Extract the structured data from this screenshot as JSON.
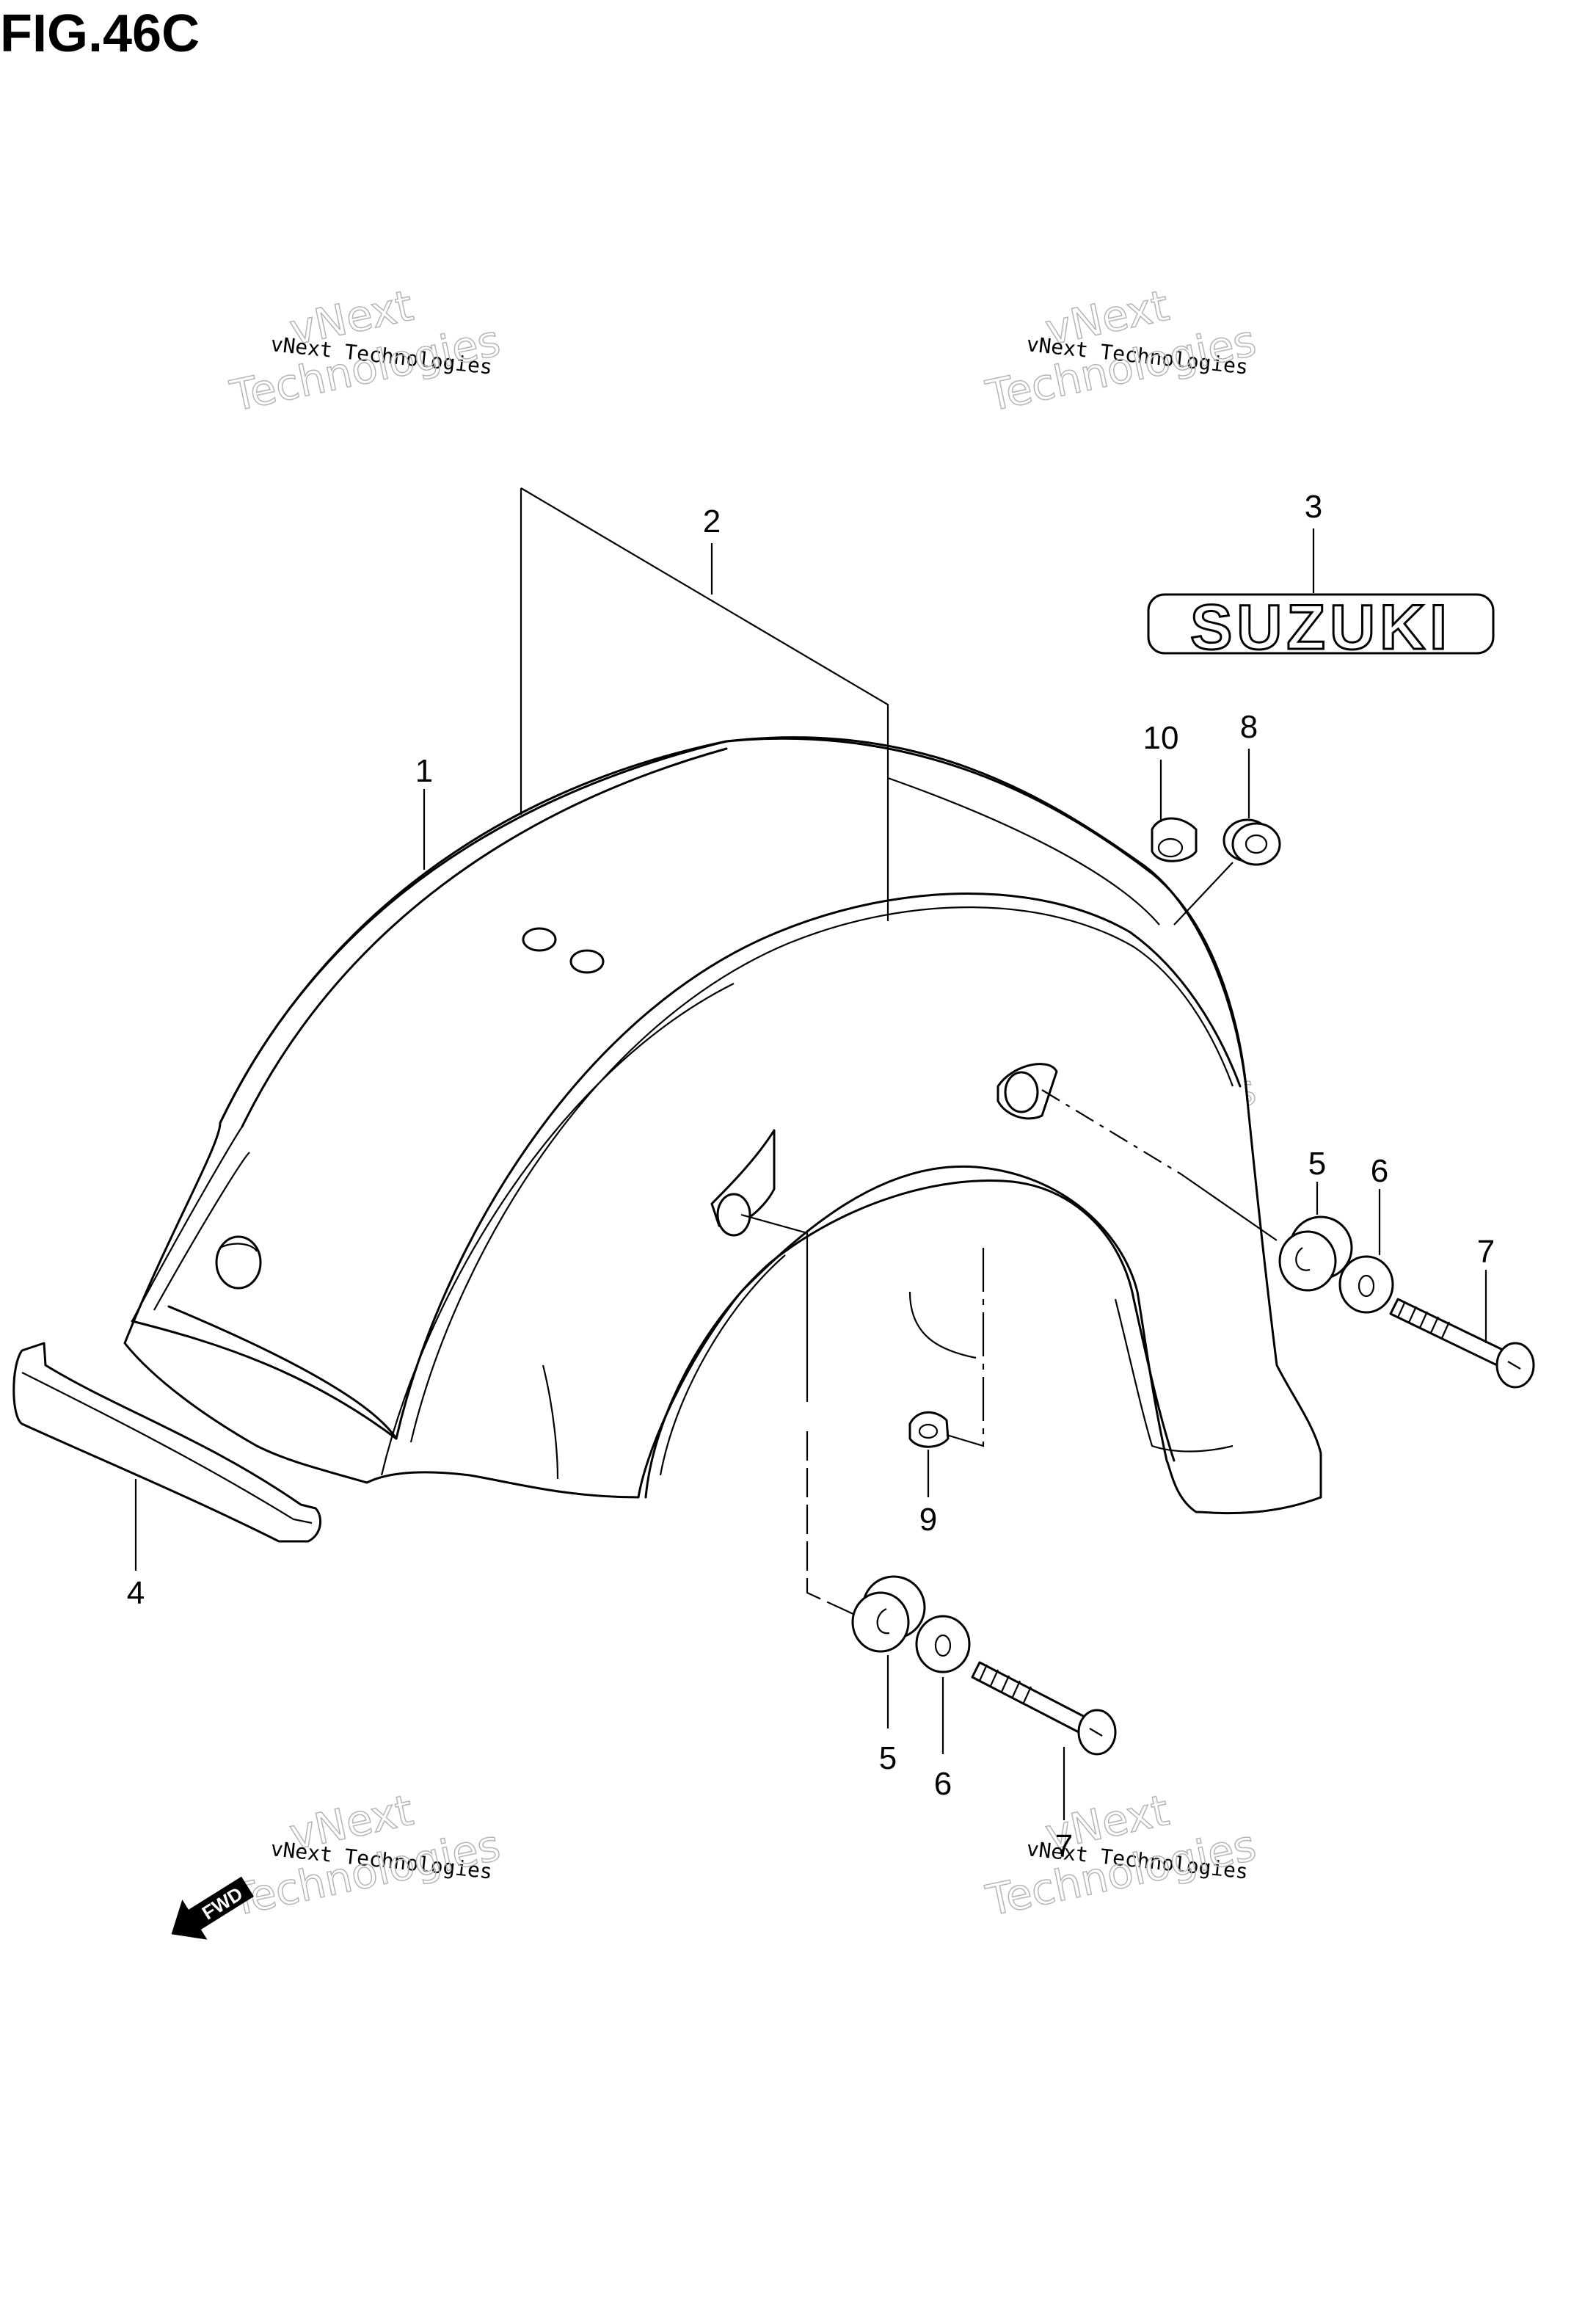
{
  "figure": {
    "title": "FIG.46C"
  },
  "callouts": {
    "c1": "1",
    "c2": "2",
    "c3": "3",
    "c4": "4",
    "c5a": "5",
    "c5b": "5",
    "c6a": "6",
    "c6b": "6",
    "c7a": "7",
    "c7b": "7",
    "c8": "8",
    "c9": "9",
    "c10": "10"
  },
  "logo": {
    "text": "SUZUKI"
  },
  "fwd": {
    "text": "FWD"
  },
  "watermark": {
    "line1": "vNext",
    "line2": "vNext Technologies",
    "line3": "Technologies"
  }
}
